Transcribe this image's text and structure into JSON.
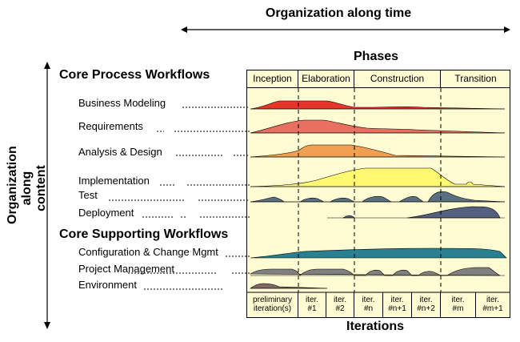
{
  "header": {
    "time_title": "Organization along time",
    "content_title_line1": "Organization",
    "content_title_line2": "along content",
    "phases_title": "Phases",
    "iterations_title": "Iterations"
  },
  "sections": {
    "core_process": "Core Process Workflows",
    "core_supporting": "Core Supporting Workflows"
  },
  "workflows": [
    {
      "label": "Business Modeling"
    },
    {
      "label": "Requirements"
    },
    {
      "label": "Analysis & Design"
    },
    {
      "label": "Implementation"
    },
    {
      "label": "Test"
    },
    {
      "label": "Deployment"
    },
    {
      "label": "Configuration & Change Mgmt"
    },
    {
      "label": "Project Management"
    },
    {
      "label": "Environment"
    }
  ],
  "phases": [
    "Inception",
    "Elaboration",
    "Construction",
    "Transition"
  ],
  "iterations": [
    [
      "preliminary",
      "iteration(s)"
    ],
    [
      "iter.",
      "#1"
    ],
    [
      "iter.",
      "#2"
    ],
    [
      "iter.",
      "#n"
    ],
    [
      "iter.",
      "#n+1"
    ],
    [
      "iter.",
      "#n+2"
    ],
    [
      "iter.",
      "#m"
    ],
    [
      "iter.",
      "#m+1"
    ]
  ],
  "colors": {
    "background": "#fffbd3",
    "business_modeling": "#e8352a",
    "requirements": "#e87060",
    "analysis_design": "#f0a050",
    "implementation": "#fff870",
    "test": "#5a7080",
    "deployment": "#546080",
    "configuration": "#2a8090",
    "project_management": "#808080",
    "environment": "#806868"
  }
}
